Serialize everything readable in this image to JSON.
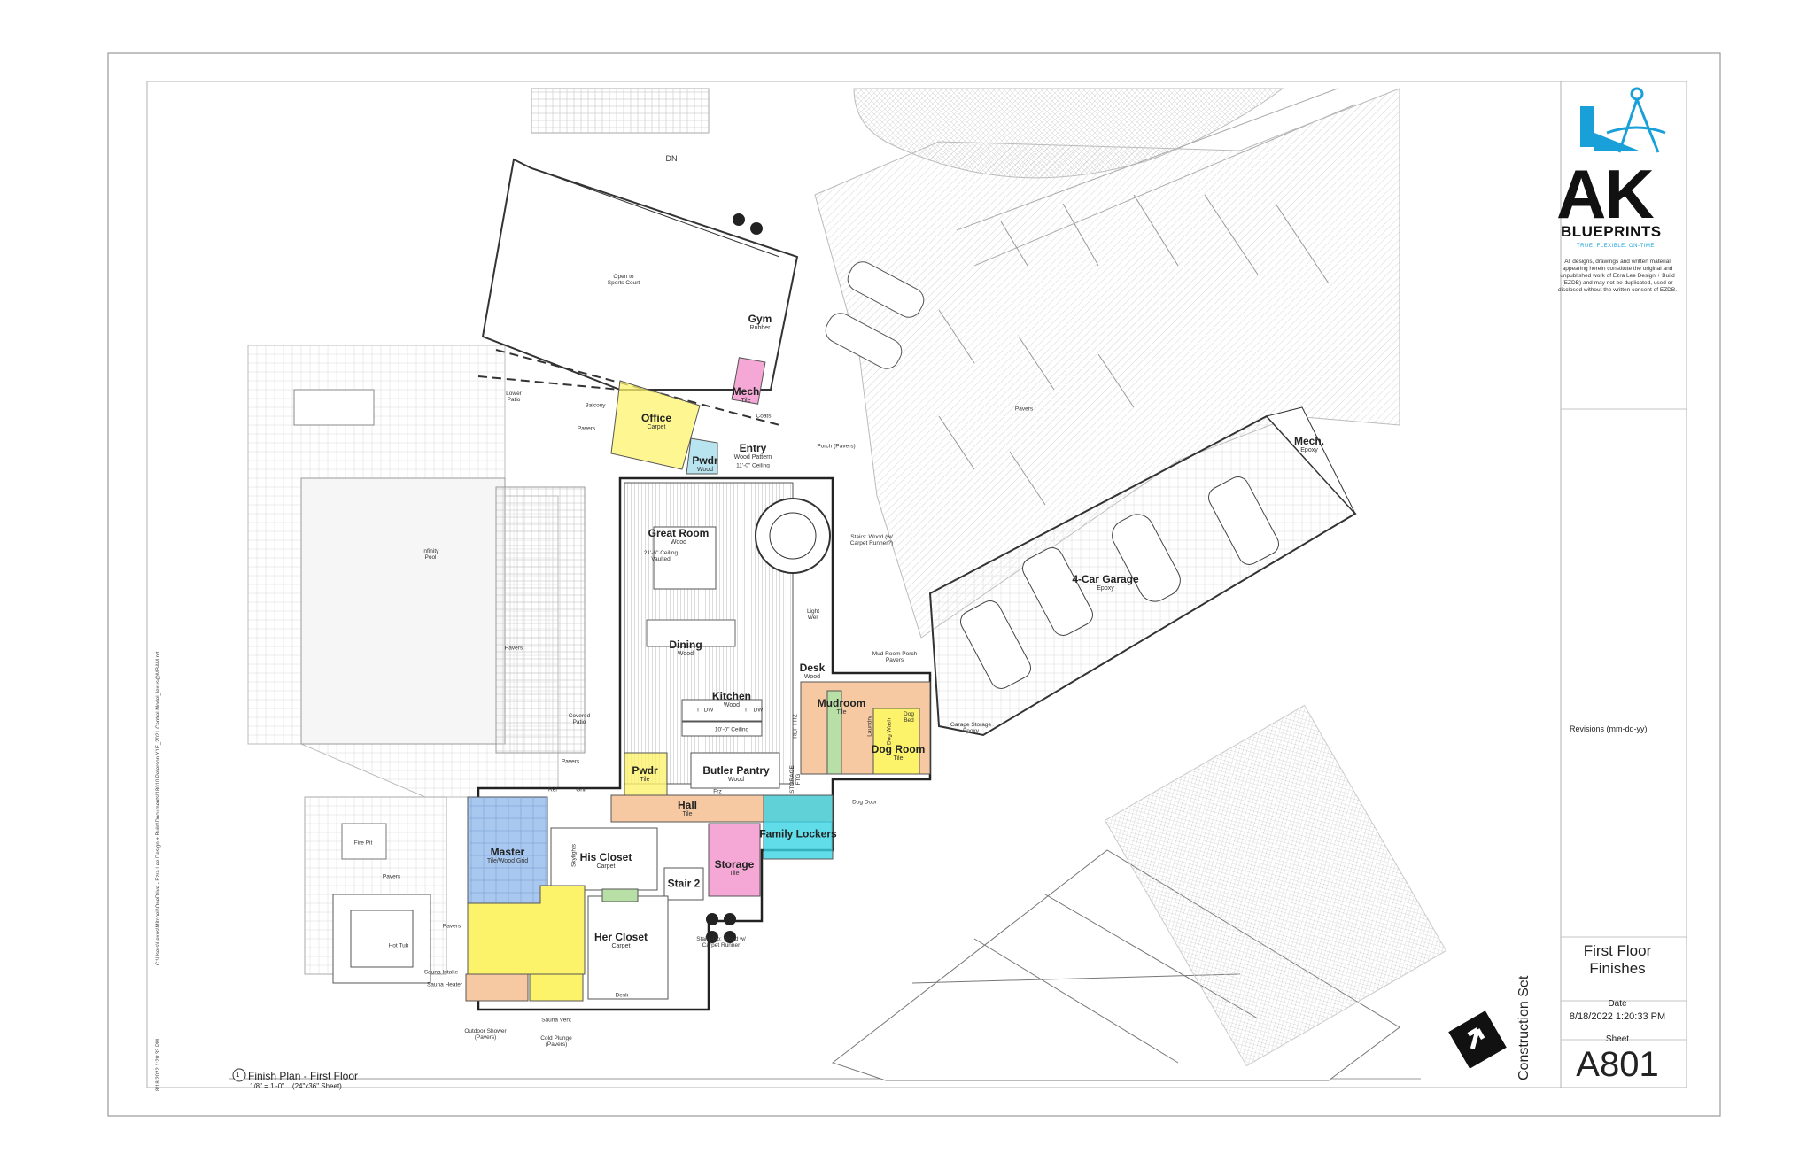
{
  "title_block": {
    "logo_letters": "AK",
    "logo_word": "BLUEPRINTS",
    "logo_tagline": "TRUE. FLEXIBLE. ON-TIME",
    "disclaimer": "All designs, drawings and written material appearing herein constitute the original and unpublished work of Ezra Lee Design + Build (EZDB) and may not be duplicated, used or disclosed without the written consent of EZDB.",
    "revisions": "Revisions (mm-dd-yy)",
    "sheet_title_line1": "First Floor",
    "sheet_title_line2": "Finishes",
    "date_label": "Date",
    "date_value": "8/18/2022 1:20:33 PM",
    "sheet_label": "Sheet",
    "sheet_number": "A801",
    "set_name": "Construction Set"
  },
  "plan": {
    "view_number": "1",
    "title": "Finish Plan - First Floor",
    "scale": "1/8\" = 1'-0\"",
    "sheet_size": "(24\"x36\" Sheet)",
    "file_path": "C:\\Users\\Lexus\\Mitchell\\OneDrive - Ezra Lee Design + Build\\Documents\\18010 Peterson Y1E_2021 Central Model_lexus@MBAM.rvt",
    "file_date": "8/18/2022 1:20:33 PM"
  },
  "rooms": [
    {
      "name": "Gym",
      "finish": "Rubber"
    },
    {
      "name": "Mech",
      "finish": "Tile"
    },
    {
      "name": "Office",
      "finish": "Carpet"
    },
    {
      "name": "Entry",
      "finish": "Wood Pattern"
    },
    {
      "name": "Pwdr",
      "finish": "Wood"
    },
    {
      "name": "Great Room",
      "finish": "Wood"
    },
    {
      "name": "Dining",
      "finish": "Wood"
    },
    {
      "name": "Kitchen",
      "finish": "Wood"
    },
    {
      "name": "Desk",
      "finish": "Wood"
    },
    {
      "name": "Mudroom",
      "finish": "Tile"
    },
    {
      "name": "Dog Room",
      "finish": "Tile"
    },
    {
      "name": "Pwdr",
      "finish": "Tile"
    },
    {
      "name": "Butler Pantry",
      "finish": "Wood"
    },
    {
      "name": "Hall",
      "finish": "Tile"
    },
    {
      "name": "Family Lockers",
      "finish": ""
    },
    {
      "name": "Master",
      "finish": "Tile/Wood Grid"
    },
    {
      "name": "His Closet",
      "finish": "Carpet"
    },
    {
      "name": "Stair 2",
      "finish": ""
    },
    {
      "name": "Storage",
      "finish": "Tile"
    },
    {
      "name": "Her Closet",
      "finish": "Carpet"
    },
    {
      "name": "4-Car Garage",
      "finish": "Epoxy"
    },
    {
      "name": "Mech.",
      "finish": "Epoxy"
    }
  ],
  "labels": {
    "dn": "DN",
    "open_to_sports_court": "Open to\nSports Court",
    "lower_patio": "Lower\nPatio",
    "balcony": "Balcony",
    "pavers": "Pavers",
    "coats": "Coats",
    "porch": "Porch (Pavers)",
    "entry_ceiling": "11'-0\" Ceiling",
    "great_ceiling": "21'-6\" Ceiling\nVaulted",
    "stairs": "Stairs: Wood (w/\nCarpet Runner?)",
    "light_well": "Light\nWell",
    "mud_porch": "Mud Room Porch\nPavers",
    "infinity_pool": "Infinity\nPool",
    "covered_patio": "Covered\nPatio",
    "kitchen_ceiling": "10'-0\" Ceiling",
    "garage_storage": "Garage Storage\nEpoxy",
    "dog_door": "Dog Door",
    "fire_pit": "Fire Pit",
    "hot_tub": "Hot Tub",
    "sauna_intake": "Sauna Intake",
    "sauna_heater": "Sauna Heater",
    "outdoor_shower": "Outdoor Shower\n(Pavers)",
    "sauna_vent": "Sauna Vent",
    "cold_plunge": "Cold Plunge\n(Pavers)",
    "desk_small": "Desk",
    "stairs_up": "Stairs Up: Wood w/\nCarpet Runner",
    "skylights": "Skylights",
    "grill": "Grill",
    "ref": "Ref",
    "laundry": "Laundry",
    "dog_bed": "Dog\nBed",
    "dog_wash": "Dog Wash",
    "dw": "DW",
    "t": "T",
    "frz": "Frz",
    "ref_frz": "REF  FRZ",
    "storage_side": "STORAGE\nFTG"
  },
  "colors": {
    "yellow": "#fdf36b",
    "pink": "#f5a8d6",
    "blue": "#a8c8f0",
    "lightblue": "#b8e4f0",
    "cyan": "#3ad3e3",
    "peach": "#f6c9a3",
    "green": "#b7dfa6",
    "brand_blue": "#1aa0d8",
    "paving": "#e6e6e6"
  }
}
